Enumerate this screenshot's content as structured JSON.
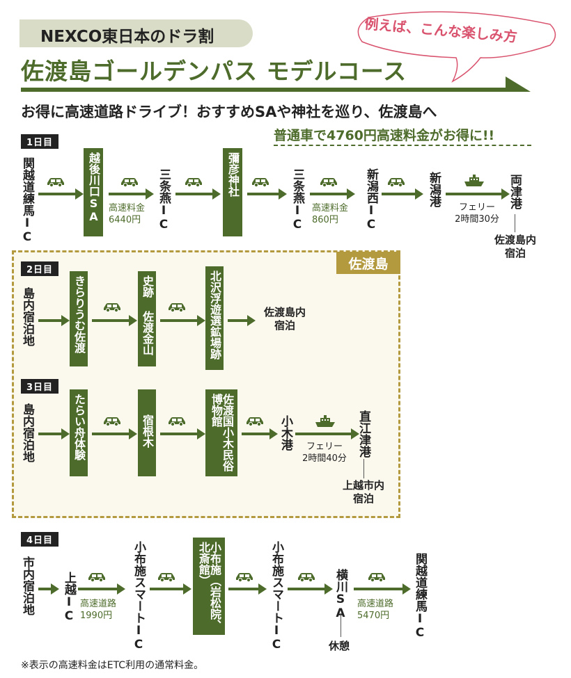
{
  "header": {
    "brand": "NEXCO東日本のドラ割",
    "title": "佐渡島ゴールデンパス モデルコース",
    "bubble": "例えば、こんな楽しみ方",
    "subtitle": "お得に高速道路ドライブ！おすすめSAや神社を巡り、佐渡島へ",
    "promo": "普通車で4760円高速料金がお得に!!"
  },
  "colors": {
    "accent_green": "#4d6b2a",
    "tag_bg": "#d9dcc6",
    "sado_gold": "#b39a3e",
    "pink": "#d9536e",
    "panel_bg": "#fbf8ee"
  },
  "day1": {
    "label": "1日目",
    "stops": [
      "関越道練馬IC",
      "越後川口SA",
      "三条燕IC",
      "彌彦神社",
      "三条燕IC",
      "新潟西IC",
      "新潟港",
      "両津港"
    ],
    "toll1": [
      "高速料金",
      "6440円"
    ],
    "toll2": [
      "高速料金",
      "860円"
    ],
    "ferry": [
      "フェリー",
      "2時間30分"
    ],
    "stay": [
      "佐渡島内",
      "宿泊"
    ]
  },
  "sado_label": "佐渡島",
  "day2": {
    "label": "2日目",
    "stops": [
      "島内宿泊地",
      "きらりうむ佐渡",
      "史跡 佐渡金山",
      "北沢浮遊選鉱場跡"
    ],
    "stay": [
      "佐渡島内",
      "宿泊"
    ]
  },
  "day3": {
    "label": "3日目",
    "stops": [
      "島内宿泊地",
      "たらい舟体験",
      "宿根木",
      "佐渡国小木民俗博物館",
      "小木港",
      "直江津港"
    ],
    "ferry": [
      "フェリー",
      "2時間40分"
    ],
    "stay": [
      "上越市内",
      "宿泊"
    ]
  },
  "day4": {
    "label": "4日目",
    "stops": [
      "市内宿泊地",
      "上越IC",
      "小布施スマートIC",
      "小布施（岩松院、北斎館）",
      "小布施スマートIC",
      "横川SA",
      "関越道練馬IC"
    ],
    "toll1": [
      "高速道路",
      "1990円"
    ],
    "toll2": [
      "高速道路",
      "5470円"
    ],
    "rest": "休憩"
  },
  "footnote": "※表示の高速料金はETC利用の通常料金。"
}
